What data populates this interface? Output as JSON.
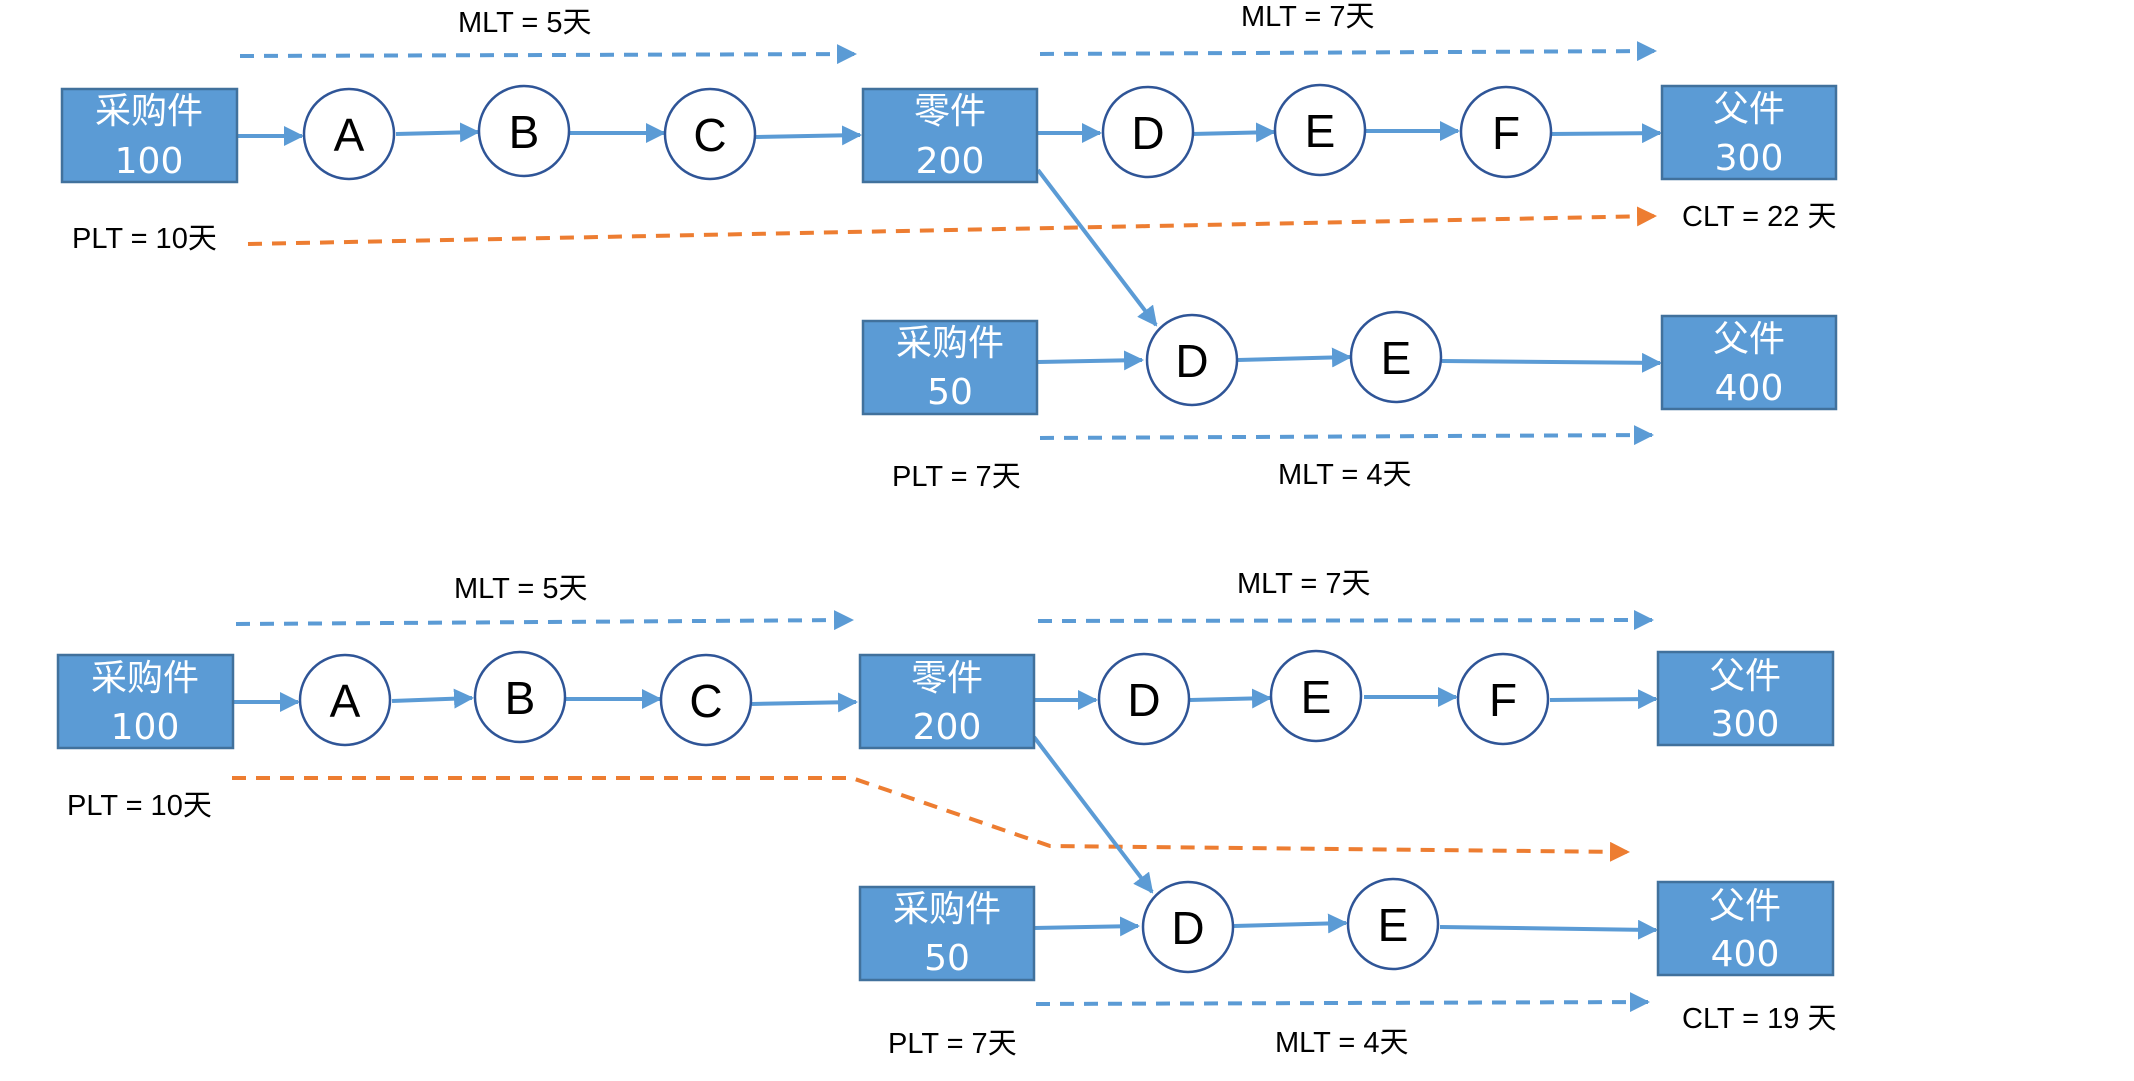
{
  "colors": {
    "box_fill": "#5B9BD5",
    "box_stroke": "#41719C",
    "arrow": "#5B9BD5",
    "critical": "#ED7D31",
    "node_stroke": "#2F5597"
  },
  "top": {
    "purchased_a": {
      "line1": "采购件",
      "line2": "100"
    },
    "part": {
      "line1": "零件",
      "line2": "200"
    },
    "parent_300": {
      "line1": "父件",
      "line2": "300"
    },
    "purchased_b": {
      "line1": "采购件",
      "line2": "50"
    },
    "parent_400": {
      "line1": "父件",
      "line2": "400"
    },
    "ops": {
      "a": "A",
      "b": "B",
      "c": "C",
      "d": "D",
      "e": "E",
      "f": "F",
      "d2": "D",
      "e2": "E"
    },
    "labels": {
      "mlt_abc_prefix": "MLT = 5",
      "mlt_abc_unit": "天",
      "mlt_def_prefix": "MLT = 7",
      "mlt_def_unit": "天",
      "plt_a_prefix": "PLT = 10",
      "plt_a_unit": "天",
      "clt_prefix": "CLT = 22 ",
      "clt_unit": "天",
      "plt_b_prefix": "PLT = 7",
      "plt_b_unit": "天",
      "mlt_de_prefix": "MLT = 4",
      "mlt_de_unit": "天"
    }
  },
  "bottom": {
    "purchased_a": {
      "line1": "采购件",
      "line2": "100"
    },
    "part": {
      "line1": "零件",
      "line2": "200"
    },
    "parent_300": {
      "line1": "父件",
      "line2": "300"
    },
    "purchased_b": {
      "line1": "采购件",
      "line2": "50"
    },
    "parent_400": {
      "line1": "父件",
      "line2": "400"
    },
    "ops": {
      "a": "A",
      "b": "B",
      "c": "C",
      "d": "D",
      "e": "E",
      "f": "F",
      "d2": "D",
      "e2": "E"
    },
    "labels": {
      "mlt_abc_prefix": "MLT = 5",
      "mlt_abc_unit": "天",
      "mlt_def_prefix": "MLT = 7",
      "mlt_def_unit": "天",
      "plt_a_prefix": "PLT = 10",
      "plt_a_unit": "天",
      "clt_prefix": "CLT = 19 ",
      "clt_unit": "天",
      "plt_b_prefix": "PLT = 7",
      "plt_b_unit": "天",
      "mlt_de_prefix": "MLT = 4",
      "mlt_de_unit": "天"
    }
  }
}
